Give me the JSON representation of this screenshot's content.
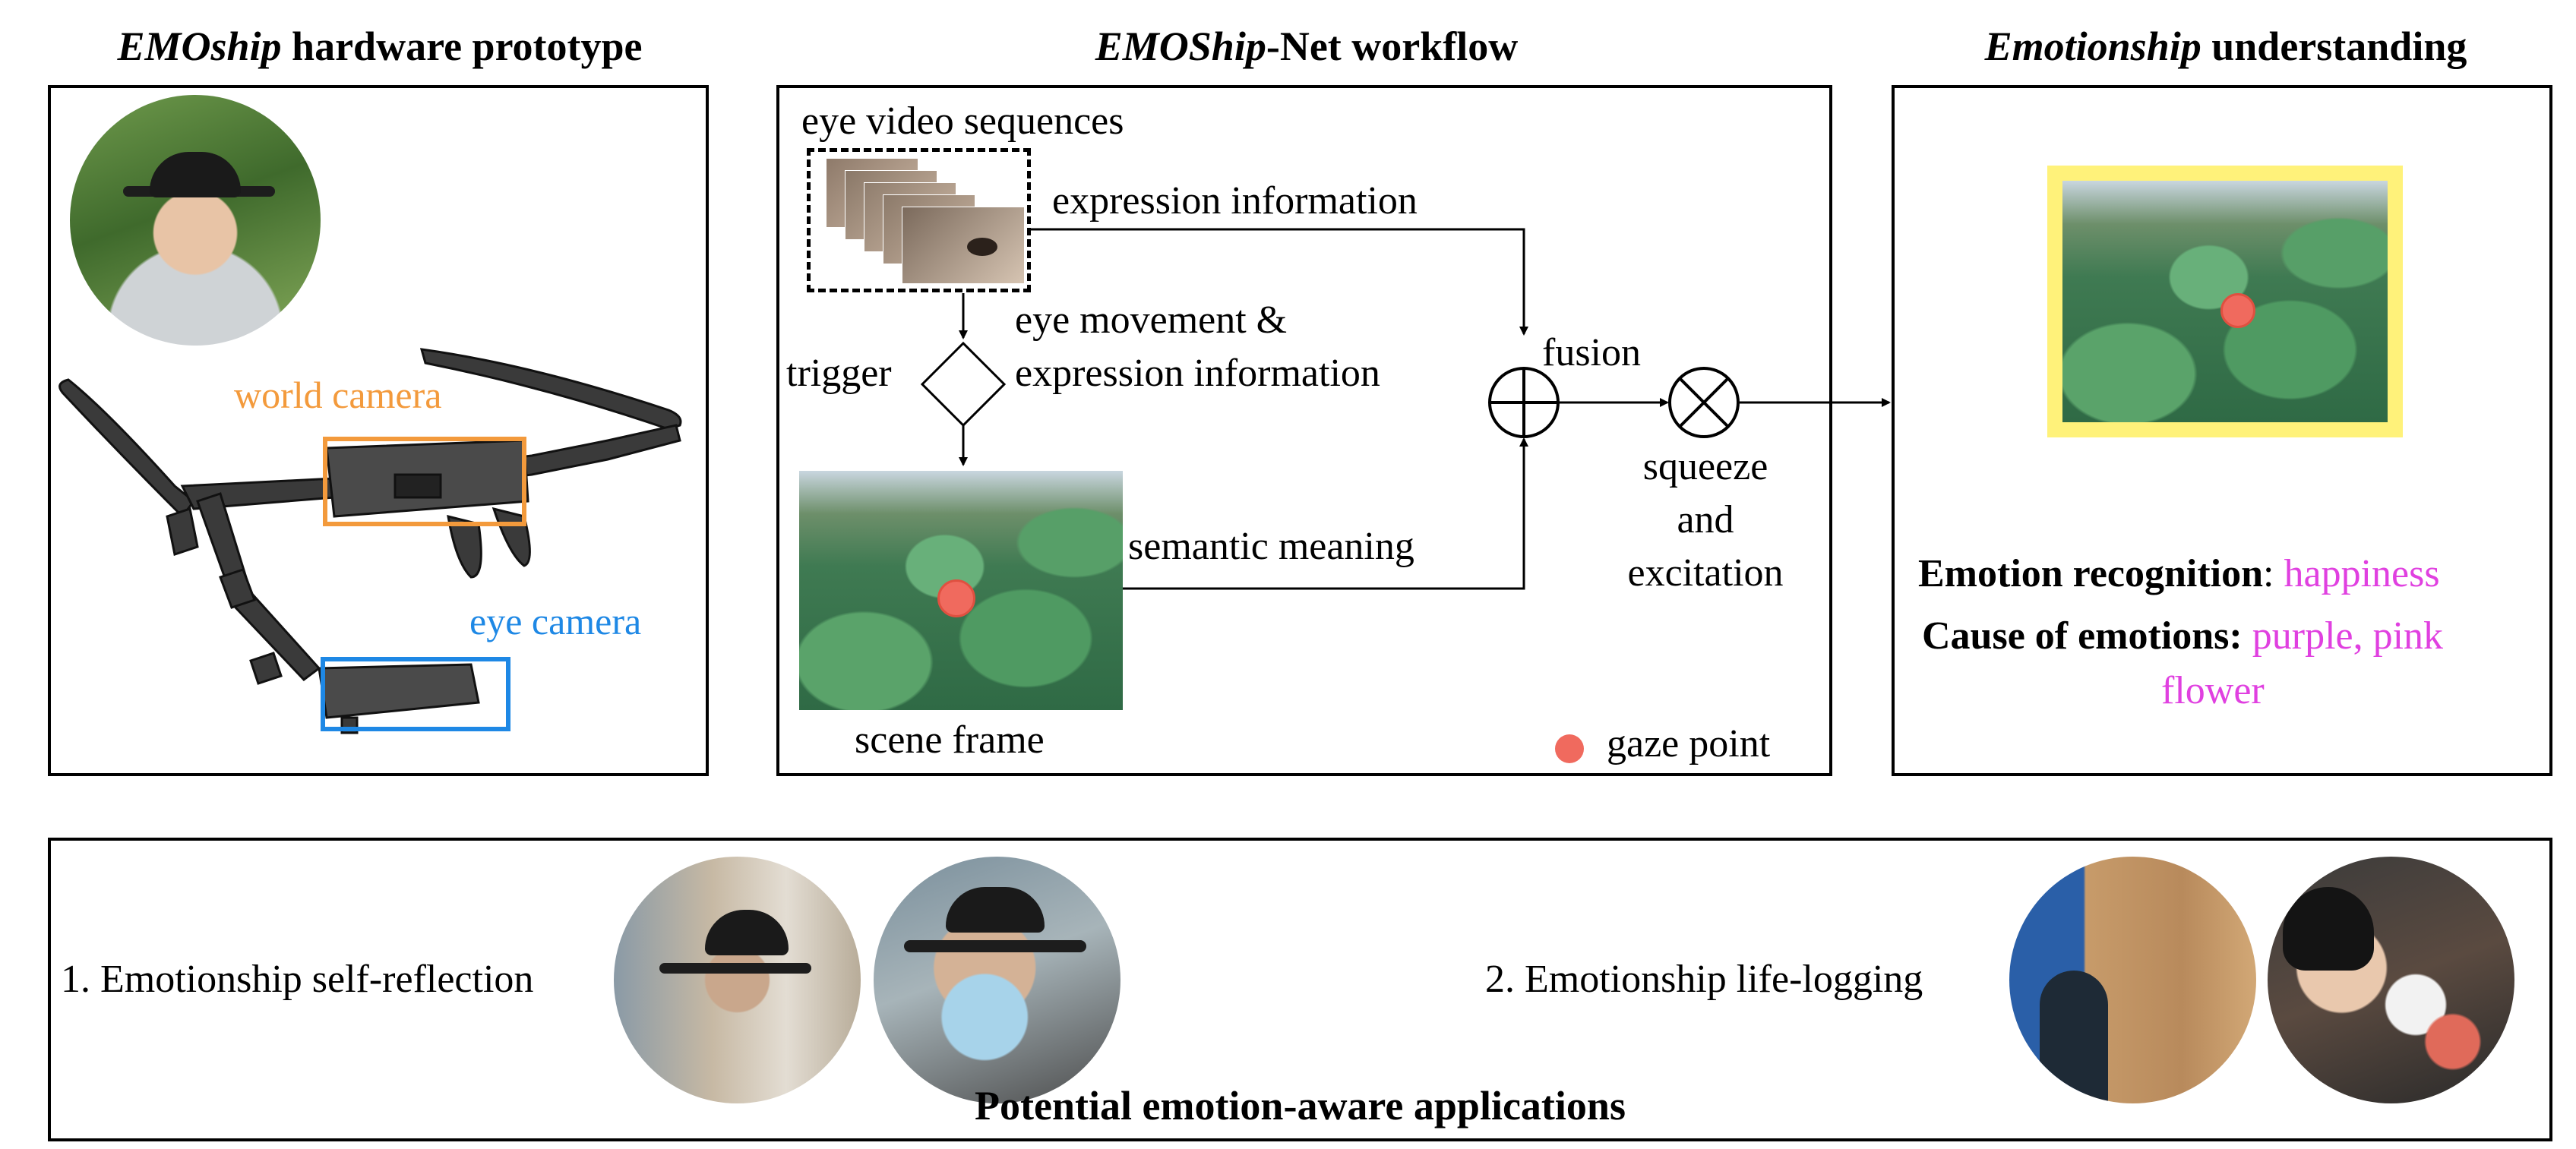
{
  "panel1": {
    "title_italic": "EMOship",
    "title_rest": " hardware prototype",
    "world_camera": "world camera",
    "eye_camera": "eye camera"
  },
  "panel2": {
    "title_italic": "EMOShip",
    "title_rest": "-Net workflow",
    "eye_video_sequences": "eye video sequences",
    "expression_information": "expression information",
    "eye_movement_line1": "eye movement &",
    "eye_movement_line2": "expression information",
    "trigger": "trigger",
    "fusion": "fusion",
    "semantic_meaning": "semantic meaning",
    "squeeze": "squeeze",
    "and": "and",
    "excitation": "excitation",
    "scene_frame": "scene frame",
    "gaze_point": "gaze point"
  },
  "panel3": {
    "title_italic": "Emotionship",
    "title_rest": " understanding",
    "emotion_recognition_label": "Emotion recognition",
    "emotion_recognition_colon": ": ",
    "emotion_recognition_value": "happiness",
    "cause_label": "Cause of emotions:",
    "cause_value_line1": "purple, pink",
    "cause_value_line2": "flower"
  },
  "bottom": {
    "app1": "1. Emotionship self-reflection",
    "app2": "2. Emotionship life-logging",
    "caption": "Potential emotion-aware applications"
  },
  "colors": {
    "world_camera": "#f39a3c",
    "eye_camera": "#1e88e5",
    "highlight_text": "#e040e0",
    "gaze_point": "#f06a5e",
    "highlight_frame": "#fff27a"
  }
}
